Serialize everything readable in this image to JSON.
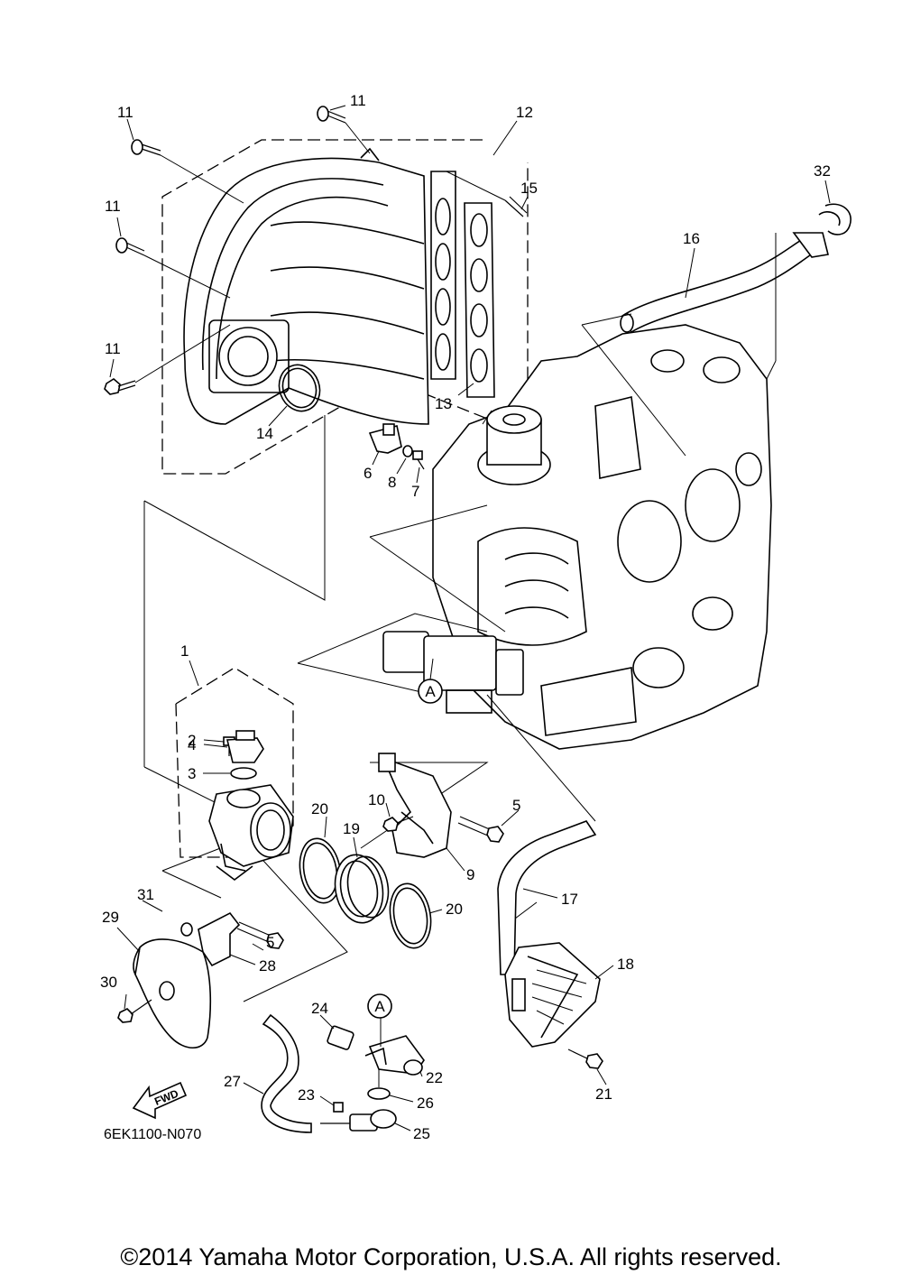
{
  "diagram_code": "6EK1100-N070",
  "copyright": "©2014 Yamaha Motor Corporation, U.S.A. All rights reserved.",
  "fwd_label": "FWD",
  "callouts": {
    "c1": "1",
    "c2": "2",
    "c3": "3",
    "c4": "4",
    "c5a": "5",
    "c5b": "5",
    "c6": "6",
    "c7": "7",
    "c8": "8",
    "c9": "9",
    "c10": "10",
    "c11a": "11",
    "c11b": "11",
    "c11c": "11",
    "c11d": "11",
    "c12": "12",
    "c13": "13",
    "c14": "14",
    "c15": "15",
    "c16": "16",
    "c17": "17",
    "c18": "18",
    "c19": "19",
    "c20a": "20",
    "c20b": "20",
    "c21": "21",
    "c22": "22",
    "c23": "23",
    "c24": "24",
    "c25": "25",
    "c26": "26",
    "c27": "27",
    "c28": "28",
    "c29": "29",
    "c30": "30",
    "c31": "31",
    "c32": "32",
    "refA1": "A",
    "refA2": "A"
  }
}
